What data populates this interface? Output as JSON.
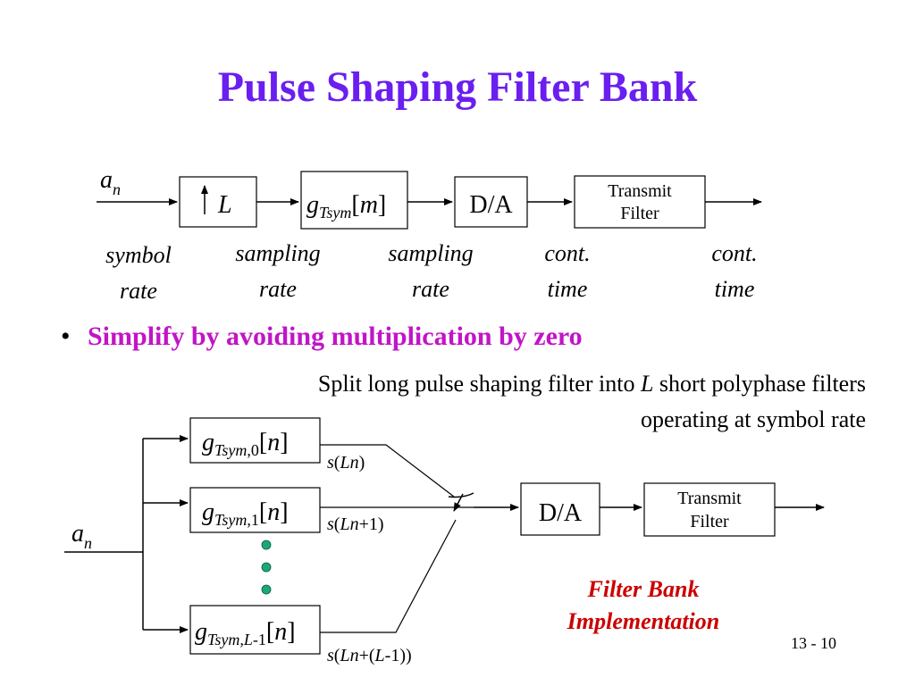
{
  "title": "Pulse Shaping Filter Bank",
  "top_diagram": {
    "input_a": "a",
    "input_sub": "n",
    "upsampler_label": "L",
    "filter": {
      "g": "g",
      "sub": "Tsym",
      "arg_open": "[",
      "arg": "m",
      "arg_close": "]"
    },
    "da": "D/A",
    "transmit_line1": "Transmit",
    "transmit_line2": "Filter",
    "rate_labels": [
      {
        "line1": "symbol",
        "line2": "rate"
      },
      {
        "line1": "sampling",
        "line2": "rate"
      },
      {
        "line1": "sampling",
        "line2": "rate"
      },
      {
        "line1": "cont.",
        "line2": "time"
      },
      {
        "line1": "cont.",
        "line2": "time"
      }
    ]
  },
  "bullet": {
    "marker": "•",
    "text": "Simplify by avoiding multiplication by zero",
    "split_line1_pre": "Split long pulse shaping filter into ",
    "split_line1_var": "L",
    "split_line1_post": " short polyphase filters",
    "split_line2": "operating at symbol rate"
  },
  "bottom_diagram": {
    "input_a": "a",
    "input_sub": "n",
    "filters": [
      {
        "g": "g",
        "sub_a": "Tsym",
        "sub_b": ",0",
        "arg_open": "[",
        "arg": "n",
        "arg_close": "]"
      },
      {
        "g": "g",
        "sub_a": "Tsym",
        "sub_b": ",1",
        "arg_open": "[",
        "arg": "n",
        "arg_close": "]"
      },
      {
        "g": "g",
        "sub_a": "Tsym,L",
        "sub_b": "-1",
        "arg_open": "[",
        "arg": "n",
        "arg_close": "]"
      }
    ],
    "outputs": [
      {
        "s": "s",
        "open": "(",
        "inner": "Ln",
        "rest": ")"
      },
      {
        "s": "s",
        "open": "(",
        "inner": "Ln",
        "rest": "+1)"
      },
      {
        "s": "s",
        "open": "(",
        "inner": "Ln",
        "rest": "+(",
        "var": "L",
        "end": "-1))"
      }
    ],
    "da": "D/A",
    "transmit_line1": "Transmit",
    "transmit_line2": "Filter",
    "ellipsis_color": "#1aa87a"
  },
  "caption_line1": "Filter Bank",
  "caption_line2": "Implementation",
  "page_number": "13 - 10",
  "colors": {
    "title": "#6a1ef0",
    "bullet": "#c214c8",
    "caption": "#cc0000"
  }
}
